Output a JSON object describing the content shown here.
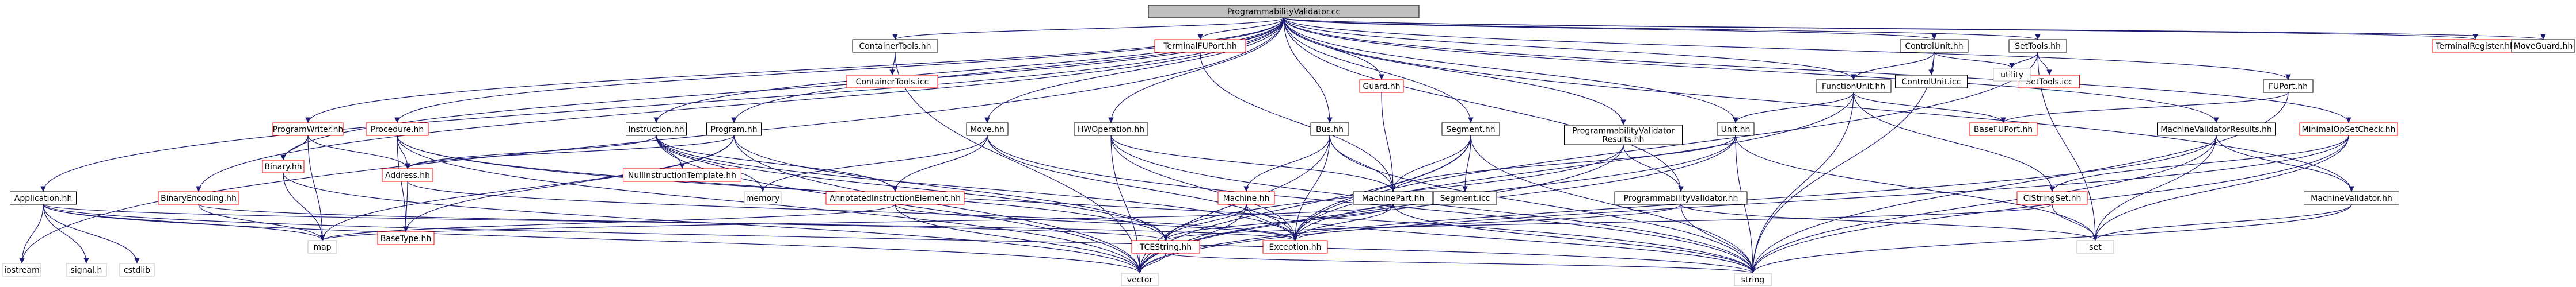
{
  "graph": {
    "root": "ProgrammabilityValidator.cc",
    "nodes": [
      {
        "id": "root",
        "label": "ProgrammabilityValidator.cc",
        "style": "root"
      },
      {
        "id": "iostream",
        "label": "iostream",
        "style": "system"
      },
      {
        "id": "application",
        "label": "Application.hh",
        "style": "normal"
      },
      {
        "id": "signal",
        "label": "signal.h",
        "style": "system"
      },
      {
        "id": "cstdlib",
        "label": "cstdlib",
        "style": "system"
      },
      {
        "id": "binaryencoding",
        "label": "BinaryEncoding.hh",
        "style": "red"
      },
      {
        "id": "binaryhh",
        "label": "Binary.hh",
        "style": "red"
      },
      {
        "id": "programwriter",
        "label": "ProgramWriter.hh",
        "style": "red"
      },
      {
        "id": "procedure",
        "label": "Procedure.hh",
        "style": "red"
      },
      {
        "id": "address",
        "label": "Address.hh",
        "style": "red"
      },
      {
        "id": "basetype",
        "label": "BaseType.hh",
        "style": "red"
      },
      {
        "id": "map",
        "label": "map",
        "style": "system"
      },
      {
        "id": "instruction",
        "label": "Instruction.hh",
        "style": "normal"
      },
      {
        "id": "nullinstr",
        "label": "NullInstructionTemplate.hh",
        "style": "red"
      },
      {
        "id": "memory",
        "label": "memory",
        "style": "system"
      },
      {
        "id": "program",
        "label": "Program.hh",
        "style": "normal"
      },
      {
        "id": "move",
        "label": "Move.hh",
        "style": "normal"
      },
      {
        "id": "annotated",
        "label": "AnnotatedInstructionElement.hh",
        "style": "red"
      },
      {
        "id": "tcestring",
        "label": "TCEString.hh",
        "style": "red"
      },
      {
        "id": "vector",
        "label": "vector",
        "style": "system"
      },
      {
        "id": "containertools",
        "label": "ContainerTools.hh",
        "style": "normal"
      },
      {
        "id": "containertoolsicc",
        "label": "ContainerTools.icc",
        "style": "red"
      },
      {
        "id": "hwoperation",
        "label": "HWOperation.hh",
        "style": "normal"
      },
      {
        "id": "terminalfuport",
        "label": "TerminalFUPort.hh",
        "style": "red"
      },
      {
        "id": "bus",
        "label": "Bus.hh",
        "style": "normal"
      },
      {
        "id": "machine",
        "label": "Machine.hh",
        "style": "red"
      },
      {
        "id": "guard",
        "label": "Guard.hh",
        "style": "red"
      },
      {
        "id": "machinepart",
        "label": "MachinePart.hh",
        "style": "normal"
      },
      {
        "id": "exception",
        "label": "Exception.hh",
        "style": "red"
      },
      {
        "id": "segment",
        "label": "Segment.hh",
        "style": "normal"
      },
      {
        "id": "segmenticc",
        "label": "Segment.icc",
        "style": "normal"
      },
      {
        "id": "pvresults",
        "label": "ProgrammabilityValidator\nResults.hh",
        "style": "normal"
      },
      {
        "id": "pvhh",
        "label": "ProgrammabilityValidator.hh",
        "style": "normal"
      },
      {
        "id": "unit",
        "label": "Unit.hh",
        "style": "normal"
      },
      {
        "id": "string",
        "label": "string",
        "style": "system"
      },
      {
        "id": "controlunit",
        "label": "ControlUnit.hh",
        "style": "normal"
      },
      {
        "id": "controluniticc",
        "label": "ControlUnit.icc",
        "style": "normal"
      },
      {
        "id": "functionunit",
        "label": "FunctionUnit.hh",
        "style": "normal"
      },
      {
        "id": "basefuport",
        "label": "BaseFUPort.hh",
        "style": "red"
      },
      {
        "id": "cistringset",
        "label": "CIStringSet.hh",
        "style": "red"
      },
      {
        "id": "settools",
        "label": "SetTools.hh",
        "style": "normal"
      },
      {
        "id": "settoolsicc",
        "label": "SetTools.icc",
        "style": "red"
      },
      {
        "id": "utility",
        "label": "utility",
        "style": "system"
      },
      {
        "id": "set",
        "label": "set",
        "style": "system"
      },
      {
        "id": "mvresults",
        "label": "MachineValidatorResults.hh",
        "style": "normal"
      },
      {
        "id": "minimalopset",
        "label": "MinimalOpSetCheck.hh",
        "style": "red"
      },
      {
        "id": "machinevalidator",
        "label": "MachineValidator.hh",
        "style": "normal"
      },
      {
        "id": "fuport",
        "label": "FUPort.hh",
        "style": "normal"
      },
      {
        "id": "terminalregister",
        "label": "TerminalRegister.hh",
        "style": "red"
      },
      {
        "id": "moveguard",
        "label": "MoveGuard.hh",
        "style": "normal"
      }
    ],
    "edges": [
      [
        "root",
        "iostream"
      ],
      [
        "root",
        "application"
      ],
      [
        "root",
        "binaryencoding"
      ],
      [
        "root",
        "binaryhh"
      ],
      [
        "root",
        "programwriter"
      ],
      [
        "root",
        "procedure"
      ],
      [
        "root",
        "instruction"
      ],
      [
        "root",
        "program"
      ],
      [
        "root",
        "move"
      ],
      [
        "root",
        "containertools"
      ],
      [
        "root",
        "hwoperation"
      ],
      [
        "root",
        "terminalfuport"
      ],
      [
        "root",
        "bus"
      ],
      [
        "root",
        "guard"
      ],
      [
        "root",
        "segment"
      ],
      [
        "root",
        "pvresults"
      ],
      [
        "root",
        "pvhh"
      ],
      [
        "root",
        "unit"
      ],
      [
        "root",
        "controlunit"
      ],
      [
        "root",
        "functionunit"
      ],
      [
        "root",
        "settools"
      ],
      [
        "root",
        "mvresults"
      ],
      [
        "root",
        "minimalopset"
      ],
      [
        "root",
        "machinevalidator"
      ],
      [
        "root",
        "fuport"
      ],
      [
        "root",
        "terminalregister"
      ],
      [
        "root",
        "moveguard"
      ],
      [
        "application",
        "iostream"
      ],
      [
        "application",
        "signal"
      ],
      [
        "application",
        "cstdlib"
      ],
      [
        "application",
        "map"
      ],
      [
        "application",
        "exception"
      ],
      [
        "application",
        "vector"
      ],
      [
        "application",
        "string"
      ],
      [
        "binaryencoding",
        "map"
      ],
      [
        "binaryencoding",
        "tcestring"
      ],
      [
        "binaryhh",
        "map"
      ],
      [
        "binaryhh",
        "vector"
      ],
      [
        "programwriter",
        "binaryhh"
      ],
      [
        "programwriter",
        "map"
      ],
      [
        "programwriter",
        "address"
      ],
      [
        "procedure",
        "address"
      ],
      [
        "procedure",
        "basetype"
      ],
      [
        "procedure",
        "tcestring"
      ],
      [
        "procedure",
        "vector"
      ],
      [
        "procedure",
        "string"
      ],
      [
        "address",
        "basetype"
      ],
      [
        "address",
        "exception"
      ],
      [
        "instruction",
        "nullinstr"
      ],
      [
        "instruction",
        "memory"
      ],
      [
        "instruction",
        "annotated"
      ],
      [
        "instruction",
        "address"
      ],
      [
        "instruction",
        "tcestring"
      ],
      [
        "instruction",
        "exception"
      ],
      [
        "instruction",
        "vector"
      ],
      [
        "program",
        "address"
      ],
      [
        "program",
        "basetype"
      ],
      [
        "program",
        "map"
      ],
      [
        "program",
        "vector"
      ],
      [
        "program",
        "tcestring"
      ],
      [
        "move",
        "memory"
      ],
      [
        "move",
        "annotated"
      ],
      [
        "move",
        "exception"
      ],
      [
        "move",
        "string"
      ],
      [
        "annotated",
        "map"
      ],
      [
        "annotated",
        "vector"
      ],
      [
        "annotated",
        "exception"
      ],
      [
        "tcestring",
        "vector"
      ],
      [
        "tcestring",
        "string"
      ],
      [
        "containertools",
        "containertoolsicc"
      ],
      [
        "containertools",
        "vector"
      ],
      [
        "hwoperation",
        "machinepart"
      ],
      [
        "hwoperation",
        "vector"
      ],
      [
        "hwoperation",
        "string"
      ],
      [
        "hwoperation",
        "exception"
      ],
      [
        "terminalfuport",
        "machinepart"
      ],
      [
        "bus",
        "machine"
      ],
      [
        "bus",
        "machinepart"
      ],
      [
        "bus",
        "exception"
      ],
      [
        "bus",
        "vector"
      ],
      [
        "bus",
        "string"
      ],
      [
        "machine",
        "tcestring"
      ],
      [
        "machine",
        "exception"
      ],
      [
        "machine",
        "vector"
      ],
      [
        "machine",
        "string"
      ],
      [
        "guard",
        "machinepart"
      ],
      [
        "machinepart",
        "tcestring"
      ],
      [
        "machinepart",
        "exception"
      ],
      [
        "machinepart",
        "string"
      ],
      [
        "machinepart",
        "map"
      ],
      [
        "segment",
        "machinepart"
      ],
      [
        "segment",
        "segmenticc"
      ],
      [
        "segment",
        "exception"
      ],
      [
        "segment",
        "vector"
      ],
      [
        "segment",
        "string"
      ],
      [
        "pvresults",
        "tcestring"
      ],
      [
        "pvresults",
        "vector"
      ],
      [
        "pvresults",
        "pvhh"
      ],
      [
        "pvhh",
        "set"
      ],
      [
        "pvhh",
        "string"
      ],
      [
        "pvhh",
        "exception"
      ],
      [
        "unit",
        "machinepart"
      ],
      [
        "unit",
        "exception"
      ],
      [
        "unit",
        "vector"
      ],
      [
        "unit",
        "string"
      ],
      [
        "unit",
        "set"
      ],
      [
        "controlunit",
        "functionunit"
      ],
      [
        "controlunit",
        "controluniticc"
      ],
      [
        "controlunit",
        "utility"
      ],
      [
        "controlunit",
        "string"
      ],
      [
        "functionunit",
        "unit"
      ],
      [
        "functionunit",
        "basefuport"
      ],
      [
        "functionunit",
        "cistringset"
      ],
      [
        "functionunit",
        "exception"
      ],
      [
        "functionunit",
        "string"
      ],
      [
        "cistringset",
        "set"
      ],
      [
        "cistringset",
        "tcestring"
      ],
      [
        "settools",
        "settoolsicc"
      ],
      [
        "settools",
        "utility"
      ],
      [
        "settools",
        "set"
      ],
      [
        "settools",
        "exception"
      ],
      [
        "mvresults",
        "machinevalidator"
      ],
      [
        "mvresults",
        "set"
      ],
      [
        "mvresults",
        "vector"
      ],
      [
        "mvresults",
        "string"
      ],
      [
        "minimalopset",
        "cistringset"
      ],
      [
        "minimalopset",
        "set"
      ],
      [
        "minimalopset",
        "string"
      ],
      [
        "minimalopset",
        "vector"
      ],
      [
        "machinevalidator",
        "set"
      ],
      [
        "machinevalidator",
        "string"
      ],
      [
        "fuport",
        "basefuport"
      ],
      [
        "fuport",
        "string"
      ]
    ]
  },
  "colors": {
    "edge": "#191970",
    "root_fill": "#bfbfbf",
    "root_stroke": "#000000",
    "normal_fill": "#ffffff",
    "normal_stroke": "#000000",
    "red_fill": "#ffffff",
    "red_stroke": "#ff0000",
    "system_fill": "#ffffff",
    "system_stroke": "#bfbfbf",
    "system_text": "#000000"
  }
}
